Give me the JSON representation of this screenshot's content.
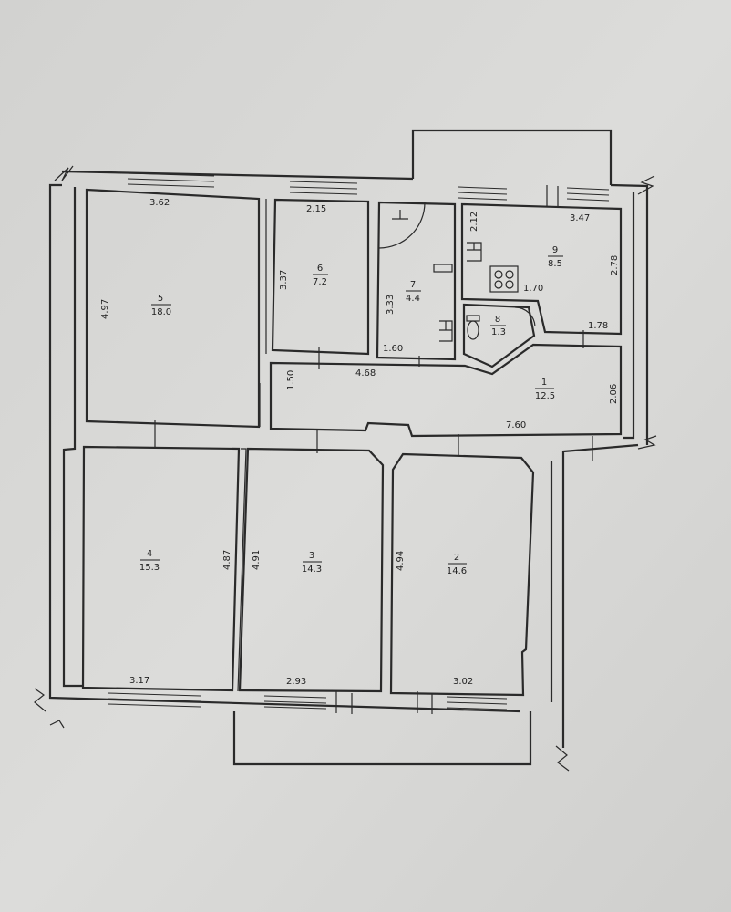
{
  "rooms": [
    {
      "id": "1",
      "number": "1",
      "area": "12.5"
    },
    {
      "id": "2",
      "number": "2",
      "area": "14.6"
    },
    {
      "id": "3",
      "number": "3",
      "area": "14.3"
    },
    {
      "id": "4",
      "number": "4",
      "area": "15.3"
    },
    {
      "id": "5",
      "number": "5",
      "area": "18.0"
    },
    {
      "id": "6",
      "number": "6",
      "area": "7.2"
    },
    {
      "id": "7",
      "number": "7",
      "area": "4.4"
    },
    {
      "id": "8",
      "number": "8",
      "area": "1.3"
    },
    {
      "id": "9",
      "number": "9",
      "area": "8.5"
    }
  ],
  "dimensions": {
    "room5_width": "3.62",
    "room5_length": "4.97",
    "room6_width": "2.15",
    "room6_length": "3.37",
    "room7_length": "3.33",
    "room7_width": "1.60",
    "room9_depth": "2.12",
    "room9_width": "3.47",
    "room9_length": "2.78",
    "room9_inner": "1.70",
    "room8_width": "1.78",
    "hall_width": "1.50",
    "hall_mid": "4.68",
    "hall_depth": "2.06",
    "hall_length": "7.60",
    "room4_length": "4.87",
    "room3_length": "4.91",
    "room2_length": "4.94",
    "room4_width": "3.17",
    "room3_width": "2.93",
    "room2_width": "3.02"
  }
}
